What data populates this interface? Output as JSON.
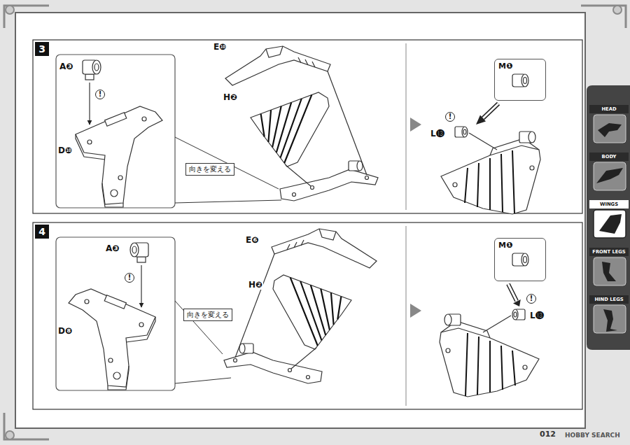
{
  "diagram": {
    "nodes": [
      {
        "text": [
          "3"
        ]
      },
      {
        "text": [
          "向きを変える"
        ]
      },
      {
        "text": [
          "M❶"
        ]
      },
      {
        "text": [
          "4"
        ]
      },
      {
        "text": [
          "向きを変える"
        ]
      },
      {
        "text": [
          "M❶"
        ]
      },
      {
        "text": [
          "HEAD"
        ]
      },
      {
        "text": [
          "BODY"
        ]
      },
      {
        "text": [
          "WINGS"
        ]
      },
      {
        "text": [
          "FRONT LEGS"
        ]
      },
      {
        "text": [
          "HIND LEGS"
        ]
      }
    ],
    "labels": [
      "A❸",
      "!",
      "D❿",
      "E❿",
      "H❷",
      "!",
      "L⓭",
      "A❸",
      "!",
      "D❽",
      "E❻",
      "H❷",
      "!",
      "L⓭",
      "012",
      "HOBBY SEARCH"
    ]
  }
}
